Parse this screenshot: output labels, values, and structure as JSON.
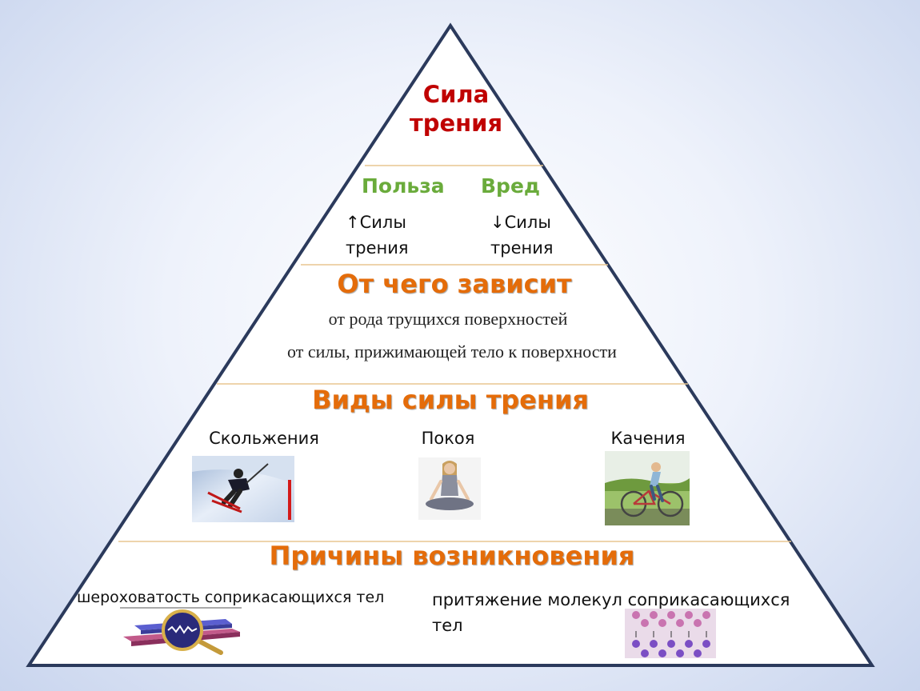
{
  "apex": {
    "line1": "Сила",
    "line2": "трения"
  },
  "usage": {
    "benefit_label": "Польза",
    "harm_label": "Вред",
    "benefit_arrow": "↑",
    "benefit_text1": "Силы",
    "benefit_text2": "трения",
    "harm_arrow": "↓",
    "harm_text1": "Силы",
    "harm_text2": "трения"
  },
  "depends": {
    "heading": "От чего зависит",
    "item1": "от рода трущихся поверхностей",
    "item2": "от силы, прижимающей тело к поверхности"
  },
  "types": {
    "heading": "Виды силы трения",
    "sliding": "Скольжения",
    "rest": "Покоя",
    "rolling": "Качения"
  },
  "causes": {
    "heading": "Причины возникновения",
    "roughness": "шероховатость соприкасающихся тел",
    "attraction_line1": "притяжение молекул соприкасающихся",
    "attraction_line2": "тел"
  },
  "colors": {
    "apex": "#c00000",
    "green_labels": "#6aab3b",
    "orange_headings": "#e46c0a",
    "pyramid_stroke": "#2b3a5c",
    "divider": "#e8c690"
  }
}
